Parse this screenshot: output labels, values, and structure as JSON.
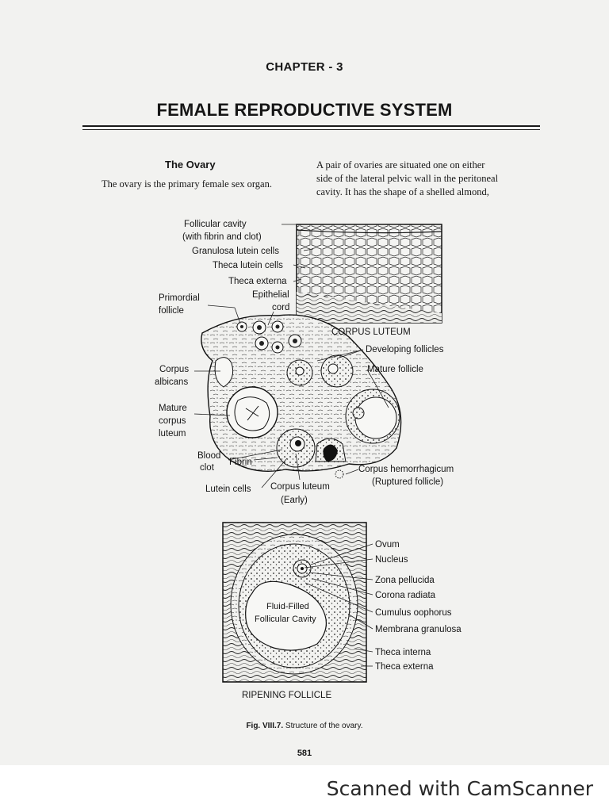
{
  "chapter": "CHAPTER - 3",
  "title": "FEMALE REPRODUCTIVE SYSTEM",
  "section": {
    "heading": "The Ovary",
    "intro": "The ovary is the primary female sex organ.",
    "right_lines": [
      "A pair of ovaries are situated one on either",
      "side of the lateral pelvic wall in the peritoneal",
      "cavity. It has the shape of a shelled almond,"
    ]
  },
  "figure_top": {
    "labels": {
      "follicular_cavity": "Follicular cavity",
      "fibrin_clot": "(with fibrin and clot)",
      "granulosa": "Granulosa lutein cells",
      "theca_lutein": "Theca lutein cells",
      "theca_externa": "Theca externa",
      "primordial_1": "Primordial",
      "primordial_2": "follicle",
      "epithelial_1": "Epithelial",
      "epithelial_2": "cord",
      "corpus_luteum_title": "CORPUS LUTEUM",
      "developing": "Developing follicles",
      "mature_follicle": "Mature follicle",
      "corpus_1": "Corpus",
      "corpus_2": "albicans",
      "mature_cl_1": "Mature",
      "mature_cl_2": "corpus",
      "mature_cl_3": "luteum",
      "blood_1": "Blood",
      "blood_2": "clot",
      "fibrin": "Fibrin",
      "lutein_cells": "Lutein cells",
      "cl_early_1": "Corpus luteum",
      "cl_early_2": "(Early)",
      "hemorrhagicum": "Corpus hemorrhagicum",
      "ruptured": "(Ruptured follicle)"
    }
  },
  "figure_bottom": {
    "labels": {
      "ovum": "Ovum",
      "nucleus": "Nucleus",
      "zona": "Zona pellucida",
      "corona": "Corona radiata",
      "cumulus": "Cumulus oophorus",
      "membrana": "Membrana granulosa",
      "theca_interna": "Theca interna",
      "theca_externa": "Theca externa",
      "fluid_1": "Fluid-Filled",
      "fluid_2": "Follicular Cavity",
      "title": "RIPENING FOLLICLE"
    }
  },
  "caption": {
    "label": "Fig. VIII.7.",
    "text": "Structure of the ovary."
  },
  "page_number": "581",
  "watermark": "Scanned with CamScanner"
}
